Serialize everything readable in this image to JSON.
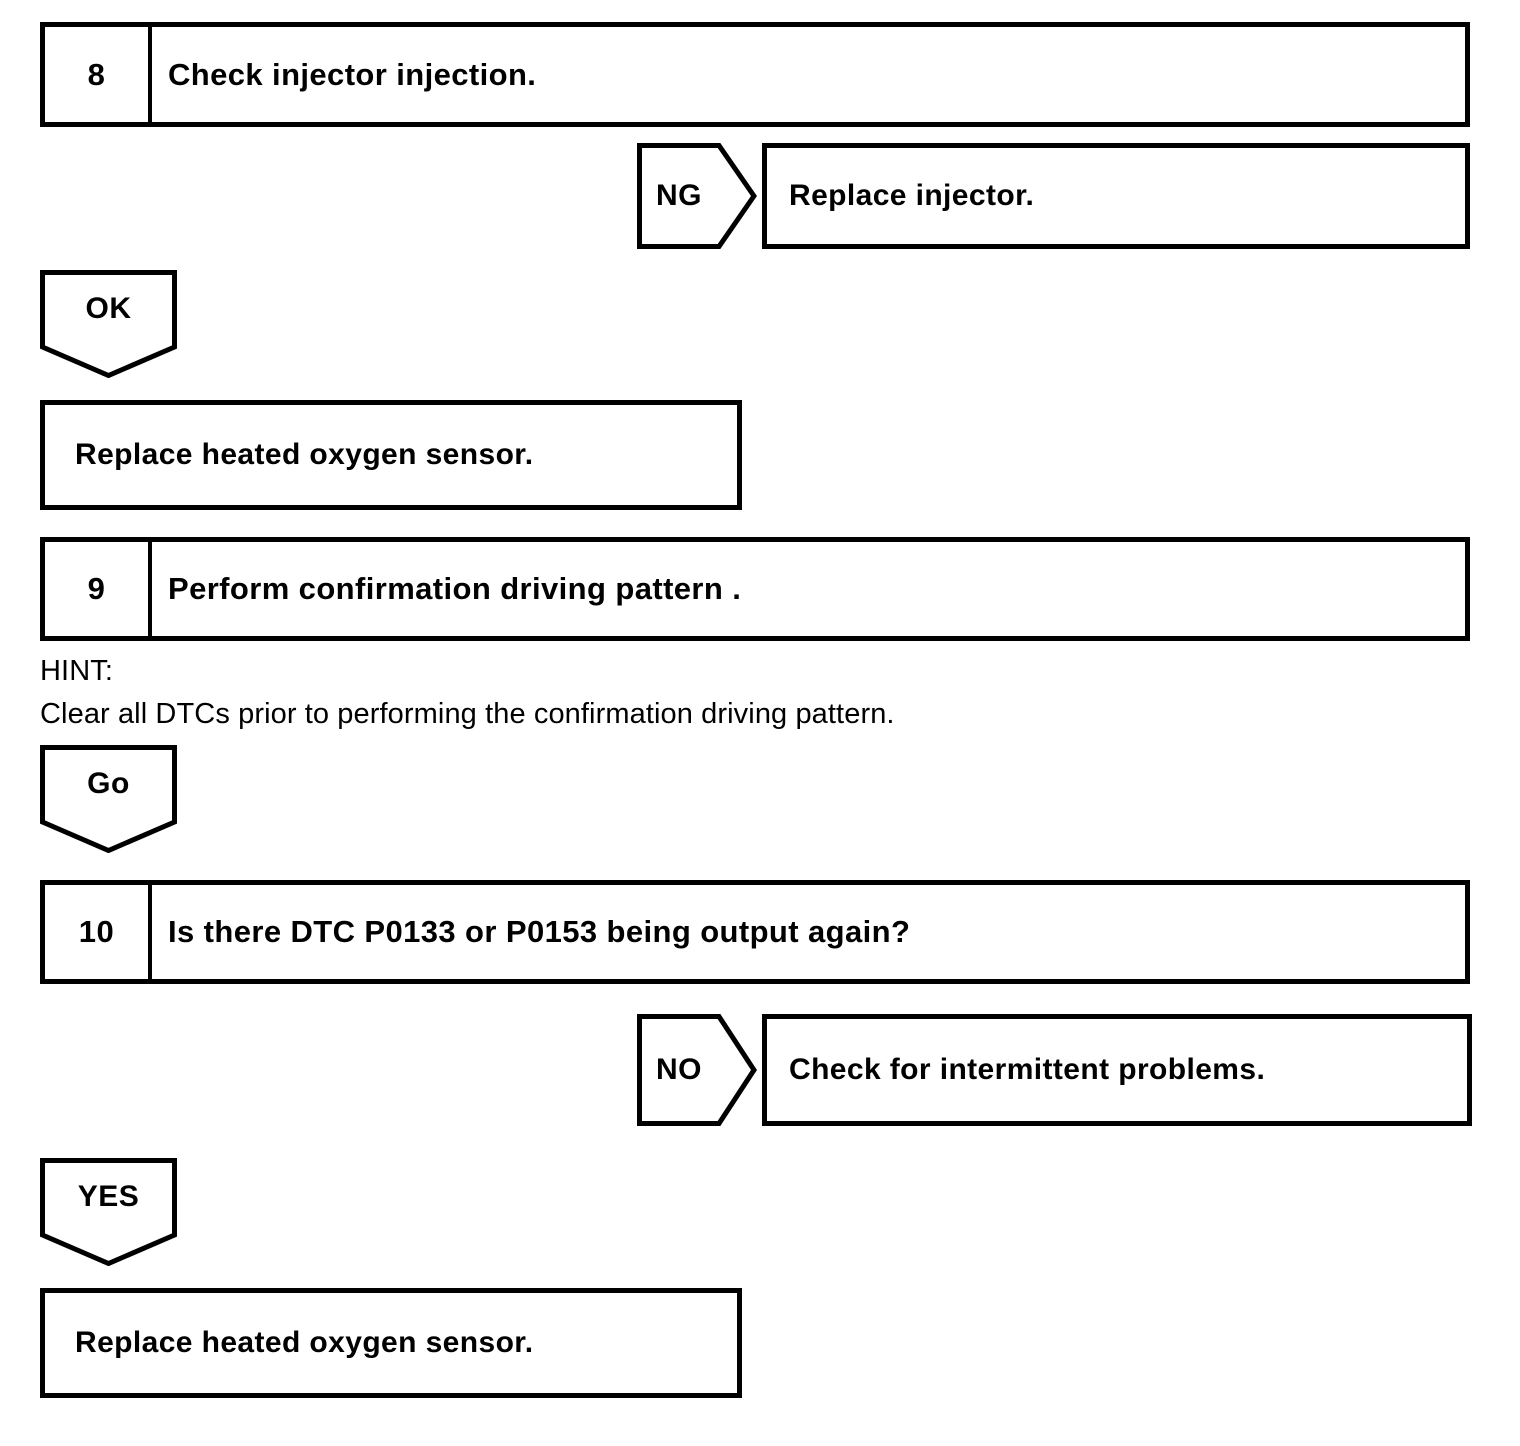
{
  "document": {
    "type": "diagnostic-troubleshooting-flowchart"
  },
  "steps": [
    {
      "number": "8",
      "text": "Check injector injection."
    },
    {
      "number": "9",
      "text": "Perform confirmation driving pattern ."
    },
    {
      "number": "10",
      "text": "Is there DTC P0133 or P0153 being output again?"
    }
  ],
  "branches": {
    "ng": {
      "label": "NG",
      "result": "Replace injector."
    },
    "ok": {
      "label": "OK",
      "result": "Replace heated oxygen sensor."
    },
    "go": {
      "label": "Go"
    },
    "no": {
      "label": "NO",
      "result": "Check for intermittent problems."
    },
    "yes": {
      "label": "YES",
      "result": "Replace heated oxygen sensor."
    }
  },
  "hint": {
    "title": "HINT:",
    "body": "Clear all DTCs prior to performing the confirmation driving pattern."
  },
  "colors": {
    "stroke": "#000000",
    "background": "#ffffff"
  }
}
